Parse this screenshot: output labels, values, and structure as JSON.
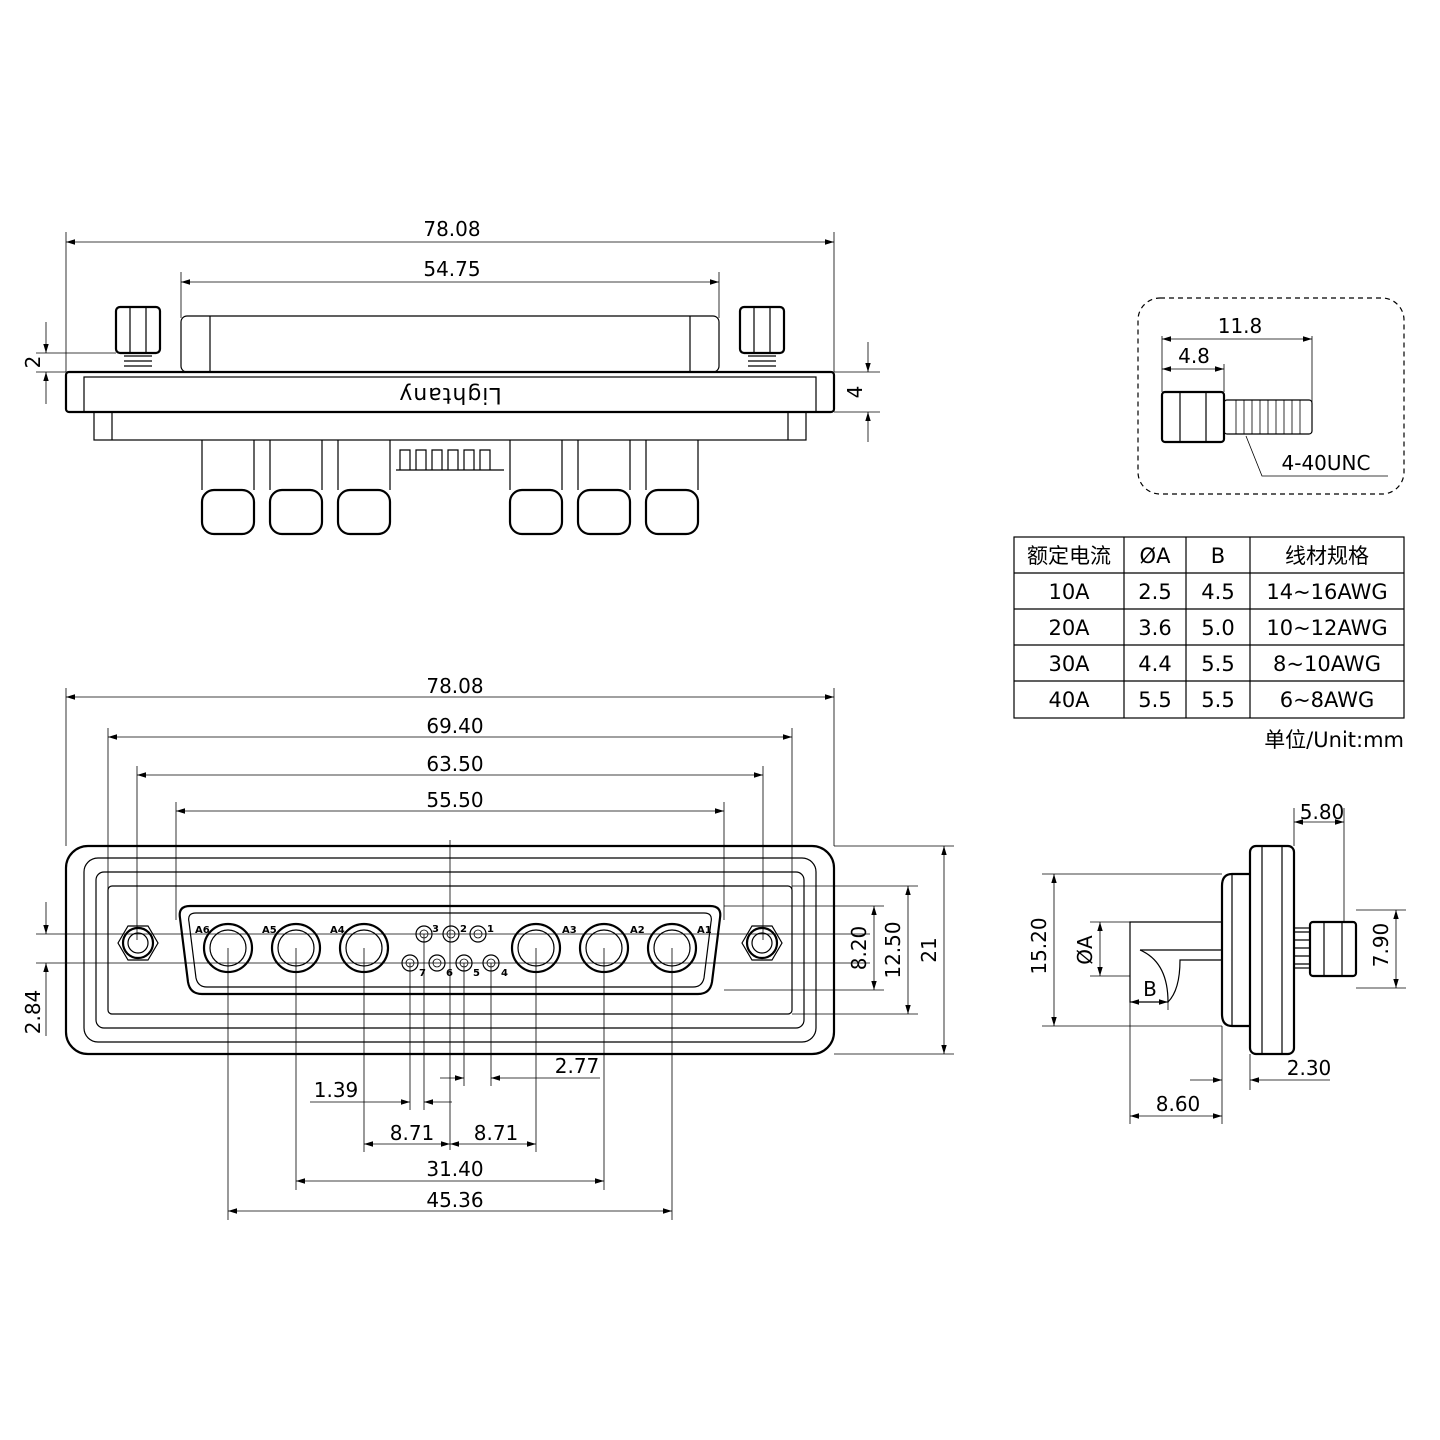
{
  "top_view": {
    "dims": {
      "overall": "78.08",
      "shell": "54.75",
      "flange_thk": "4",
      "screw_h": "2"
    },
    "logo": "Lightany"
  },
  "front_view": {
    "dims": {
      "overall": "78.08",
      "hole_pitch": "69.40",
      "p1": "63.50",
      "p2": "55.50",
      "h1": "8.20",
      "h2": "12.50",
      "h3": "21",
      "offset": "2.84",
      "d_277": "2.77",
      "d_139": "1.39",
      "d_871a": "8.71",
      "d_871b": "8.71",
      "d_3140": "31.40",
      "d_4536": "45.36"
    },
    "contact_labels": [
      "A6",
      "A5",
      "A4",
      "A3",
      "A2",
      "A1"
    ],
    "signal_labels": [
      "3",
      "2",
      "1",
      "7",
      "6",
      "5",
      "4"
    ]
  },
  "screw_detail": {
    "len": "11.8",
    "hex": "4.8",
    "thread": "4-40UNC"
  },
  "side_view": {
    "dims": {
      "d_580": "5.80",
      "d_1520": "15.20",
      "d_790": "7.90",
      "phiA": "ØA",
      "b": "B",
      "d_230": "2.30",
      "d_860": "8.60"
    }
  },
  "spec_table": {
    "headers": [
      "额定电流",
      "ØA",
      "B",
      "线材规格"
    ],
    "rows": [
      [
        "10A",
        "2.5",
        "4.5",
        "14~16AWG"
      ],
      [
        "20A",
        "3.6",
        "5.0",
        "10~12AWG"
      ],
      [
        "30A",
        "4.4",
        "5.5",
        "8~10AWG"
      ],
      [
        "40A",
        "5.5",
        "5.5",
        "6~8AWG"
      ]
    ],
    "unit_note": "单位/Unit:mm"
  }
}
